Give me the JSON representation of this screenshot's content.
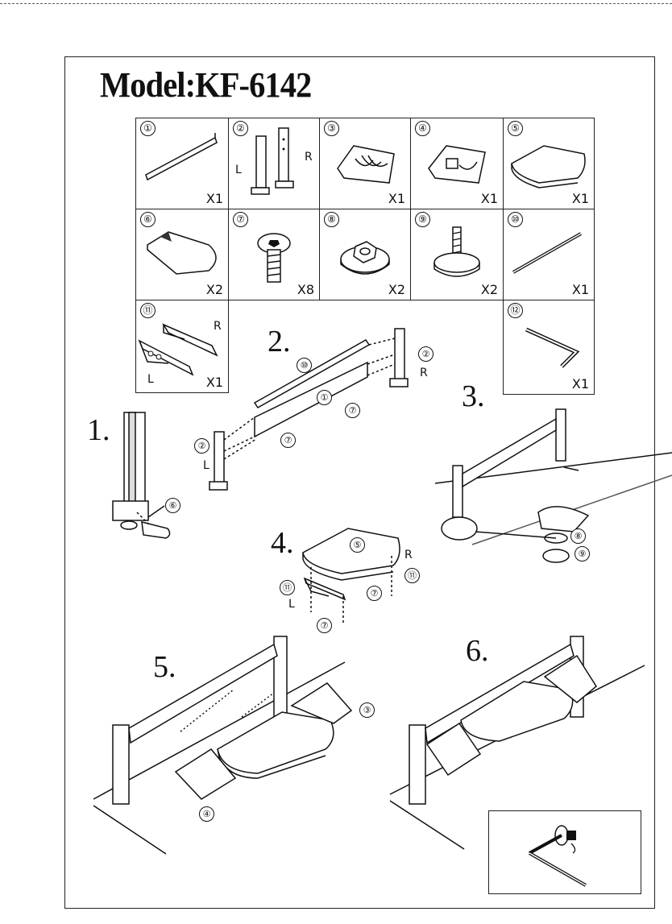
{
  "title": "Model:KF-6142",
  "parts": [
    {
      "num": "①",
      "qty": "X1"
    },
    {
      "num": "②",
      "qty": "",
      "left": "L",
      "right": "R"
    },
    {
      "num": "③",
      "qty": "X1"
    },
    {
      "num": "④",
      "qty": "X1"
    },
    {
      "num": "⑤",
      "qty": "X1"
    },
    {
      "num": "⑥",
      "qty": "X2"
    },
    {
      "num": "⑦",
      "qty": "X8"
    },
    {
      "num": "⑧",
      "qty": "X2"
    },
    {
      "num": "⑨",
      "qty": "X2"
    },
    {
      "num": "⑩",
      "qty": "X1"
    },
    {
      "num": "⑪",
      "qty": "X1",
      "left": "L",
      "right": "R"
    },
    {
      "num": "⑫",
      "qty": "X1"
    }
  ],
  "steps": [
    "1.",
    "2.",
    "3.",
    "4.",
    "5.",
    "6."
  ],
  "callouts": {
    "s1_6": "⑥",
    "s2_10": "⑩",
    "s2_2r": "②",
    "s2_r": "R",
    "s2_1": "①",
    "s2_7a": "⑦",
    "s2_7b": "⑦",
    "s2_2l": "②",
    "s2_l": "L",
    "s3_8": "⑧",
    "s3_9": "⑨",
    "s4_5": "⑤",
    "s4_r": "R",
    "s4_11r": "⑪",
    "s4_11l": "⑪",
    "s4_l": "L",
    "s4_7a": "⑦",
    "s4_7b": "⑦",
    "s5_3": "③",
    "s5_4": "④"
  }
}
